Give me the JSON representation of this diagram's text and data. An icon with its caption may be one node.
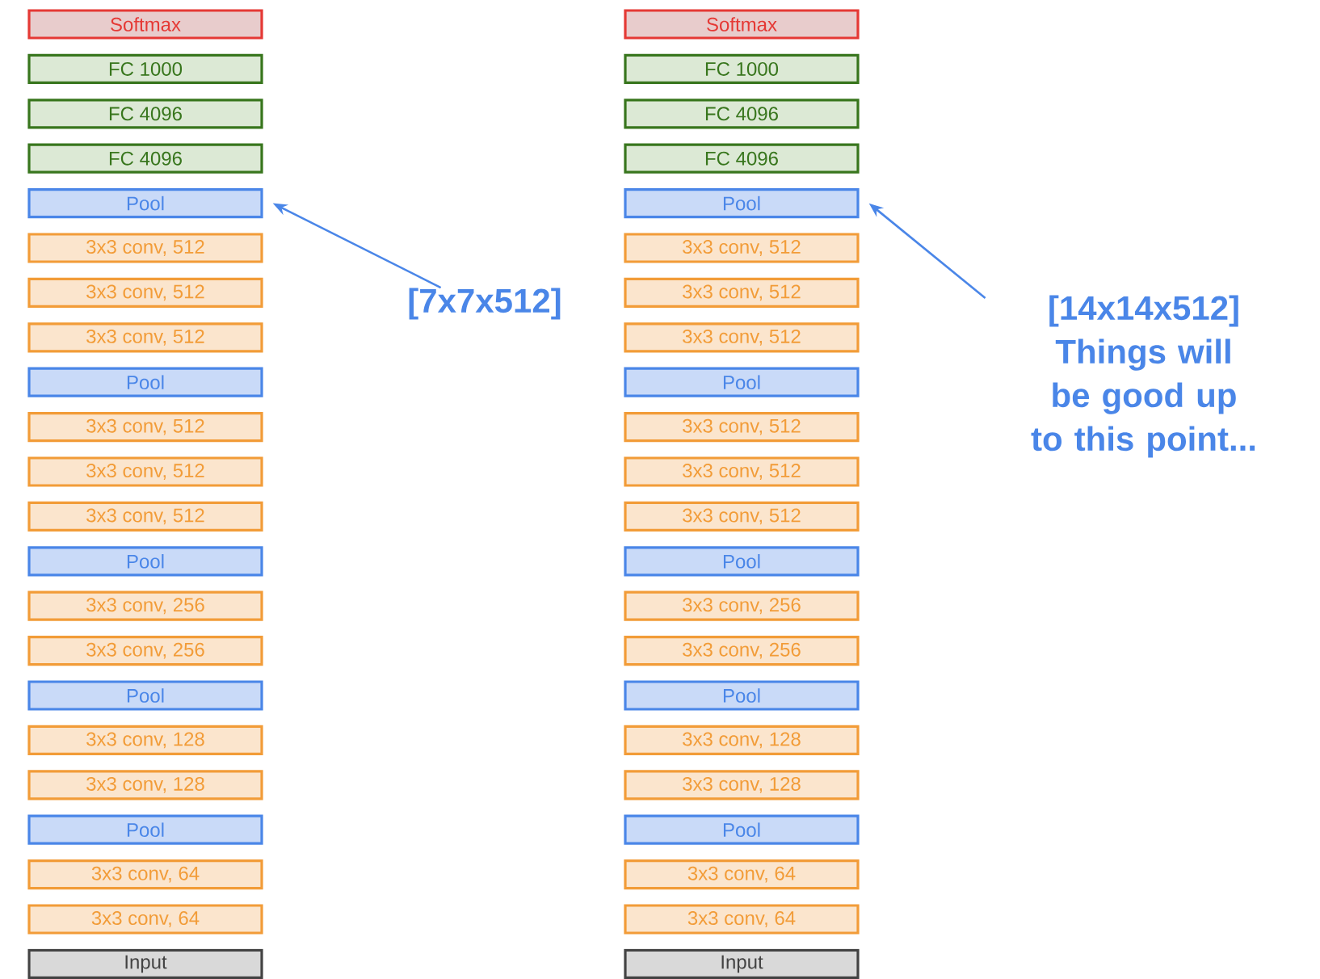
{
  "diagram": {
    "nodes": [
      {
        "text": [
          "Softmax"
        ]
      },
      {
        "text": [
          "FC 1000"
        ]
      },
      {
        "text": [
          "FC 4096"
        ]
      },
      {
        "text": [
          "FC 4096"
        ]
      },
      {
        "text": [
          "Pool"
        ]
      },
      {
        "text": [
          "3x3 conv, 512"
        ]
      },
      {
        "text": [
          "3x3 conv, 512"
        ]
      },
      {
        "text": [
          "3x3 conv, 512"
        ]
      },
      {
        "text": [
          "Pool"
        ]
      },
      {
        "text": [
          "3x3 conv, 512"
        ]
      },
      {
        "text": [
          "3x3 conv, 512"
        ]
      },
      {
        "text": [
          "3x3 conv, 512"
        ]
      },
      {
        "text": [
          "Pool"
        ]
      },
      {
        "text": [
          "3x3 conv, 256"
        ]
      },
      {
        "text": [
          "3x3 conv, 256"
        ]
      },
      {
        "text": [
          "Pool"
        ]
      },
      {
        "text": [
          "3x3 conv, 128"
        ]
      },
      {
        "text": [
          "3x3 conv, 128"
        ]
      },
      {
        "text": [
          "Pool"
        ]
      },
      {
        "text": [
          "3x3 conv, 64"
        ]
      },
      {
        "text": [
          "3x3 conv, 64"
        ]
      },
      {
        "text": [
          "Input"
        ]
      },
      {
        "text": [
          "Softmax"
        ]
      },
      {
        "text": [
          "FC 1000"
        ]
      },
      {
        "text": [
          "FC 4096"
        ]
      },
      {
        "text": [
          "FC 4096"
        ]
      },
      {
        "text": [
          "Pool"
        ]
      },
      {
        "text": [
          "3x3 conv, 512"
        ]
      },
      {
        "text": [
          "3x3 conv, 512"
        ]
      },
      {
        "text": [
          "3x3 conv, 512"
        ]
      },
      {
        "text": [
          "Pool"
        ]
      },
      {
        "text": [
          "3x3 conv, 512"
        ]
      },
      {
        "text": [
          "3x3 conv, 512"
        ]
      },
      {
        "text": [
          "3x3 conv, 512"
        ]
      },
      {
        "text": [
          "Pool"
        ]
      },
      {
        "text": [
          "3x3 conv, 256"
        ]
      },
      {
        "text": [
          "3x3 conv, 256"
        ]
      },
      {
        "text": [
          "Pool"
        ]
      },
      {
        "text": [
          "3x3 conv, 128"
        ]
      },
      {
        "text": [
          "3x3 conv, 128"
        ]
      },
      {
        "text": [
          "Pool"
        ]
      },
      {
        "text": [
          "3x3 conv, 64"
        ]
      },
      {
        "text": [
          "3x3 conv, 64"
        ]
      },
      {
        "text": [
          "Input"
        ]
      },
      {
        "text": [
          "[7x7x512]"
        ]
      },
      {
        "text": [
          "[14x14x512]",
          "Things will be good up to this point..."
        ]
      }
    ],
    "edges": [
      {
        "from": 44,
        "to": 4,
        "arrow": "to"
      },
      {
        "from": 45,
        "to": 26,
        "arrow": "to"
      }
    ]
  }
}
